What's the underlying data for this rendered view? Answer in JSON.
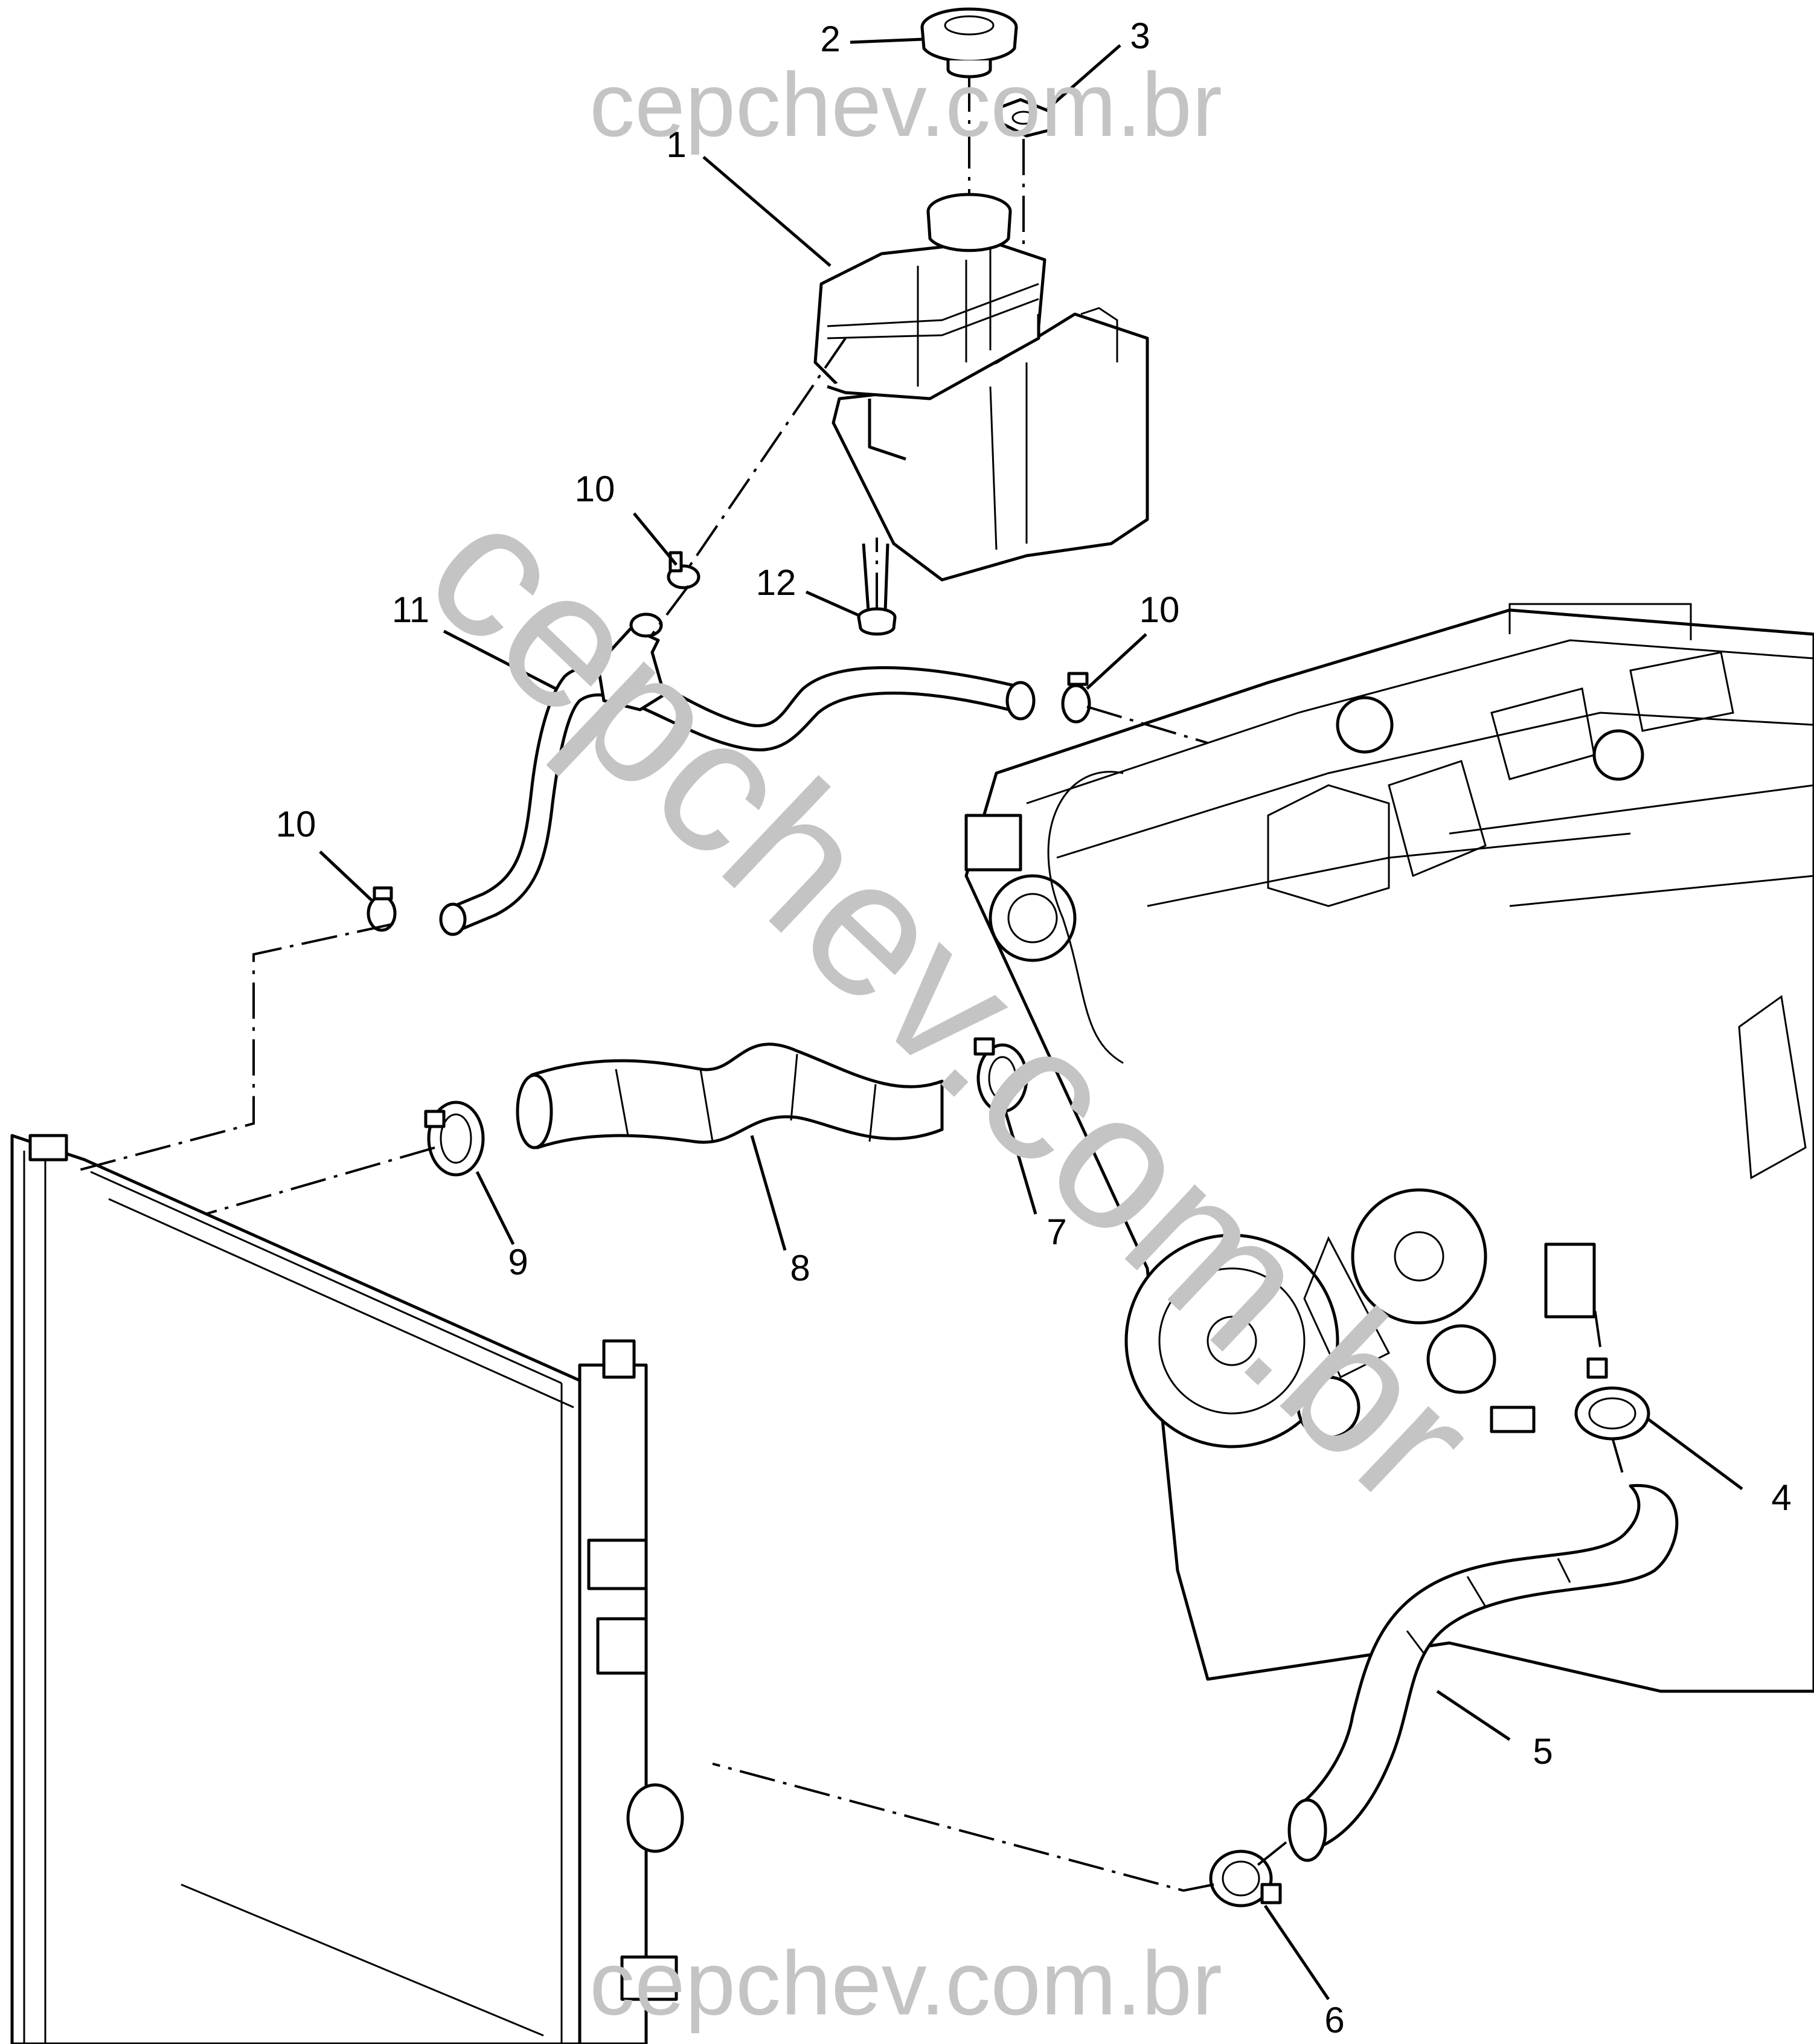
{
  "diagram": {
    "watermark_top": "cepchev.com.br",
    "watermark_bottom": "cepchev.com.br",
    "watermark_diagonal": "cepchev.com.br",
    "callouts": {
      "c1": "1",
      "c2": "2",
      "c3": "3",
      "c4": "4",
      "c5": "5",
      "c6": "6",
      "c7": "7",
      "c8": "8",
      "c9": "9",
      "c10a": "10",
      "c10b": "10",
      "c10c": "10",
      "c11": "11",
      "c12": "12"
    }
  }
}
